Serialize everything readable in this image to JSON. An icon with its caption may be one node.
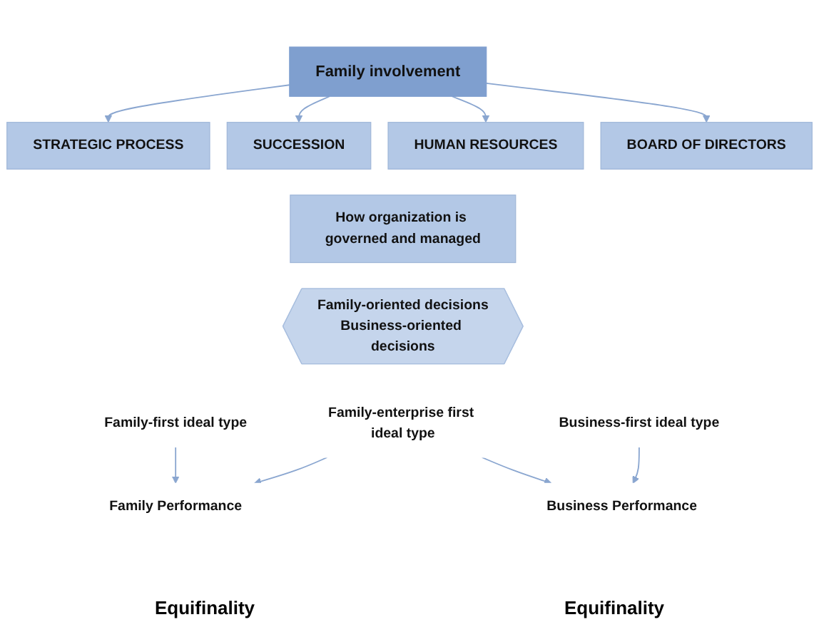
{
  "diagram": {
    "nodes": [
      {
        "text": [
          "Family involvement"
        ]
      },
      {
        "text": [
          "STRATEGIC PROCESS"
        ]
      },
      {
        "text": [
          "SUCCESSION"
        ]
      },
      {
        "text": [
          "HUMAN RESOURCES"
        ]
      },
      {
        "text": [
          "BOARD OF DIRECTORS"
        ]
      },
      {
        "text": [
          "How organization is governed and managed"
        ]
      },
      {
        "text": [
          "Family-oriented decisions",
          "Business-oriented decisions"
        ]
      },
      {
        "text": [
          "Family-first ideal type"
        ]
      },
      {
        "text": [
          "Family-enterprise first ideal type"
        ]
      },
      {
        "text": [
          "Business-first ideal type"
        ]
      },
      {
        "text": [
          "Family Performance"
        ]
      },
      {
        "text": [
          "Business Performance"
        ]
      }
    ],
    "edges": [
      {
        "from": 0,
        "to": 1,
        "arrow": "to"
      },
      {
        "from": 0,
        "to": 2,
        "arrow": "to"
      },
      {
        "from": 0,
        "to": 3,
        "arrow": "to"
      },
      {
        "from": 0,
        "to": 4,
        "arrow": "to"
      },
      {
        "from": 7,
        "to": 10,
        "arrow": "to"
      },
      {
        "from": 8,
        "to": 10,
        "arrow": "to"
      },
      {
        "from": 8,
        "to": 11,
        "arrow": "to"
      },
      {
        "from": 9,
        "to": 11,
        "arrow": "to"
      }
    ],
    "labels": [
      "Equifinality",
      "Equifinality"
    ]
  }
}
